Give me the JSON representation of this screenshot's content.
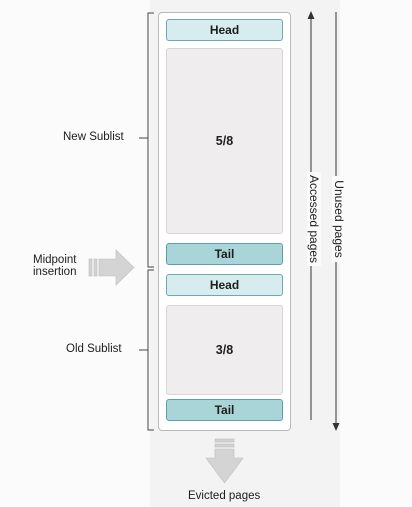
{
  "diagram": {
    "new_sublist": {
      "label": "New Sublist",
      "head": "Head",
      "fraction": "5/8",
      "tail": "Tail"
    },
    "old_sublist": {
      "label": "Old Sublist",
      "head": "Head",
      "fraction": "3/8",
      "tail": "Tail"
    },
    "midpoint_label": "Midpoint\ninsertion",
    "evicted_label": "Evicted pages",
    "accessed_label": "Accessed pages",
    "unused_label": "Unused pages",
    "colors": {
      "head_fill": "#d6ecef",
      "tail_fill": "#a9d5d8",
      "block_fill": "#efeded",
      "arrow_fill": "#cfcfcf"
    }
  }
}
